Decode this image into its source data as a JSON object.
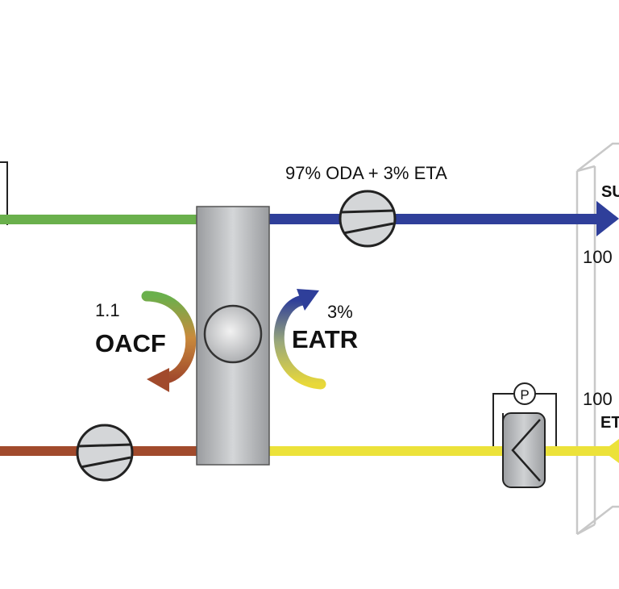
{
  "supply_label": "97% ODA + 3% ETA",
  "oacf": {
    "value": "1.1",
    "name": "OACF"
  },
  "eatr": {
    "value": "3%",
    "name": "EATR"
  },
  "sensor_label": "P",
  "room": {
    "supply_abbr": "SU",
    "supply_pct": "100",
    "extract_pct": "100",
    "extract_abbr": "ET"
  },
  "colors": {
    "outdoor_air": "#6ab04c",
    "supply_air": "#2f3f9a",
    "exhaust_air": "#a14a2c",
    "extract_air": "#ece23a",
    "casing": "#a9abae"
  },
  "icons": [
    "fan-icon",
    "heat-wheel-icon",
    "pressure-sensor-icon",
    "damper-icon"
  ]
}
